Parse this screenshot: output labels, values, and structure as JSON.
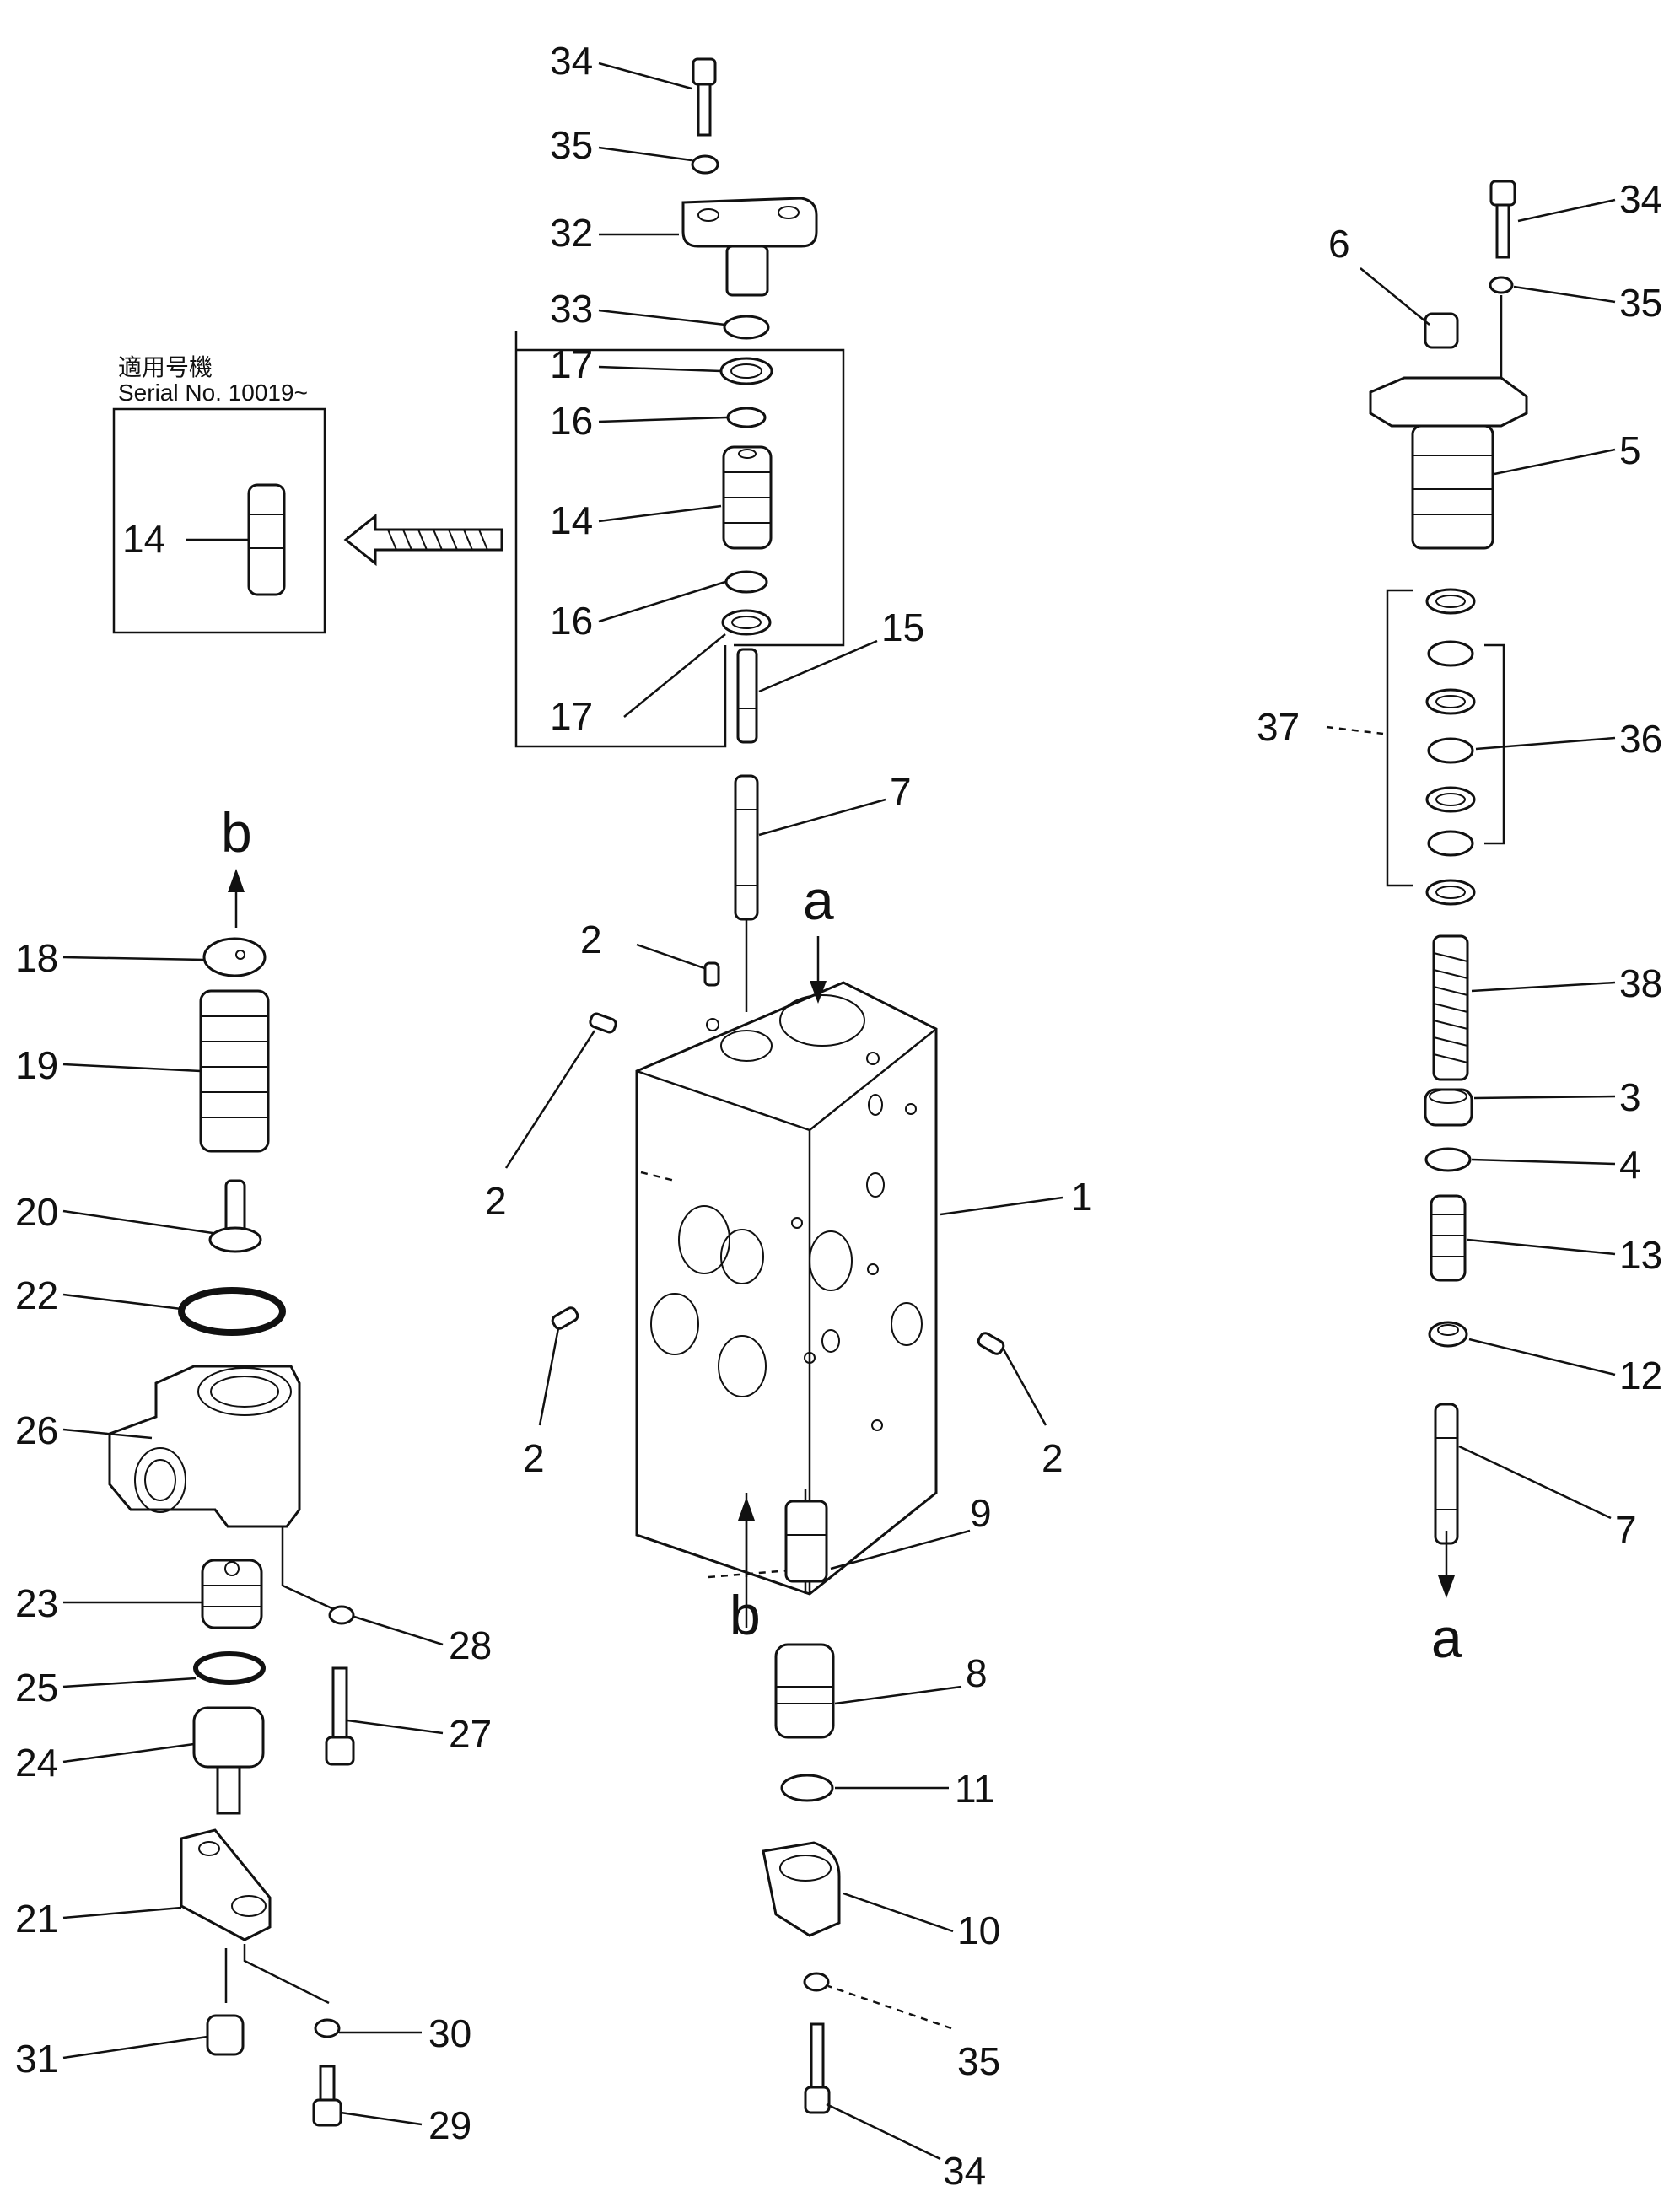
{
  "labels": {
    "l1": "1",
    "l2a": "2",
    "l2b": "2",
    "l2c": "2",
    "l2d": "2",
    "l3": "3",
    "l4": "4",
    "l5": "5",
    "l6": "6",
    "l7a": "7",
    "l7b": "7",
    "l8": "8",
    "l9": "9",
    "l10": "10",
    "l11": "11",
    "l12": "12",
    "l13": "13",
    "l14a": "14",
    "l14b": "14",
    "l15": "15",
    "l16a": "16",
    "l16b": "16",
    "l17a": "17",
    "l17b": "17",
    "l18": "18",
    "l19": "19",
    "l20": "20",
    "l21": "21",
    "l22": "22",
    "l23": "23",
    "l24": "24",
    "l25": "25",
    "l26": "26",
    "l27": "27",
    "l28": "28",
    "l29": "29",
    "l30": "30",
    "l31": "31",
    "l32": "32",
    "l33": "33",
    "l34a": "34",
    "l34b": "34",
    "l34c": "34",
    "l35a": "35",
    "l35b": "35",
    "l35c": "35",
    "l36": "36",
    "l37": "37",
    "l38": "38"
  },
  "flow_markers": {
    "a1": "a",
    "a2": "a",
    "b1": "b",
    "b2": "b"
  },
  "inset": {
    "serial_jp": "適用号機",
    "serial_en": "Serial No. 10019~"
  }
}
